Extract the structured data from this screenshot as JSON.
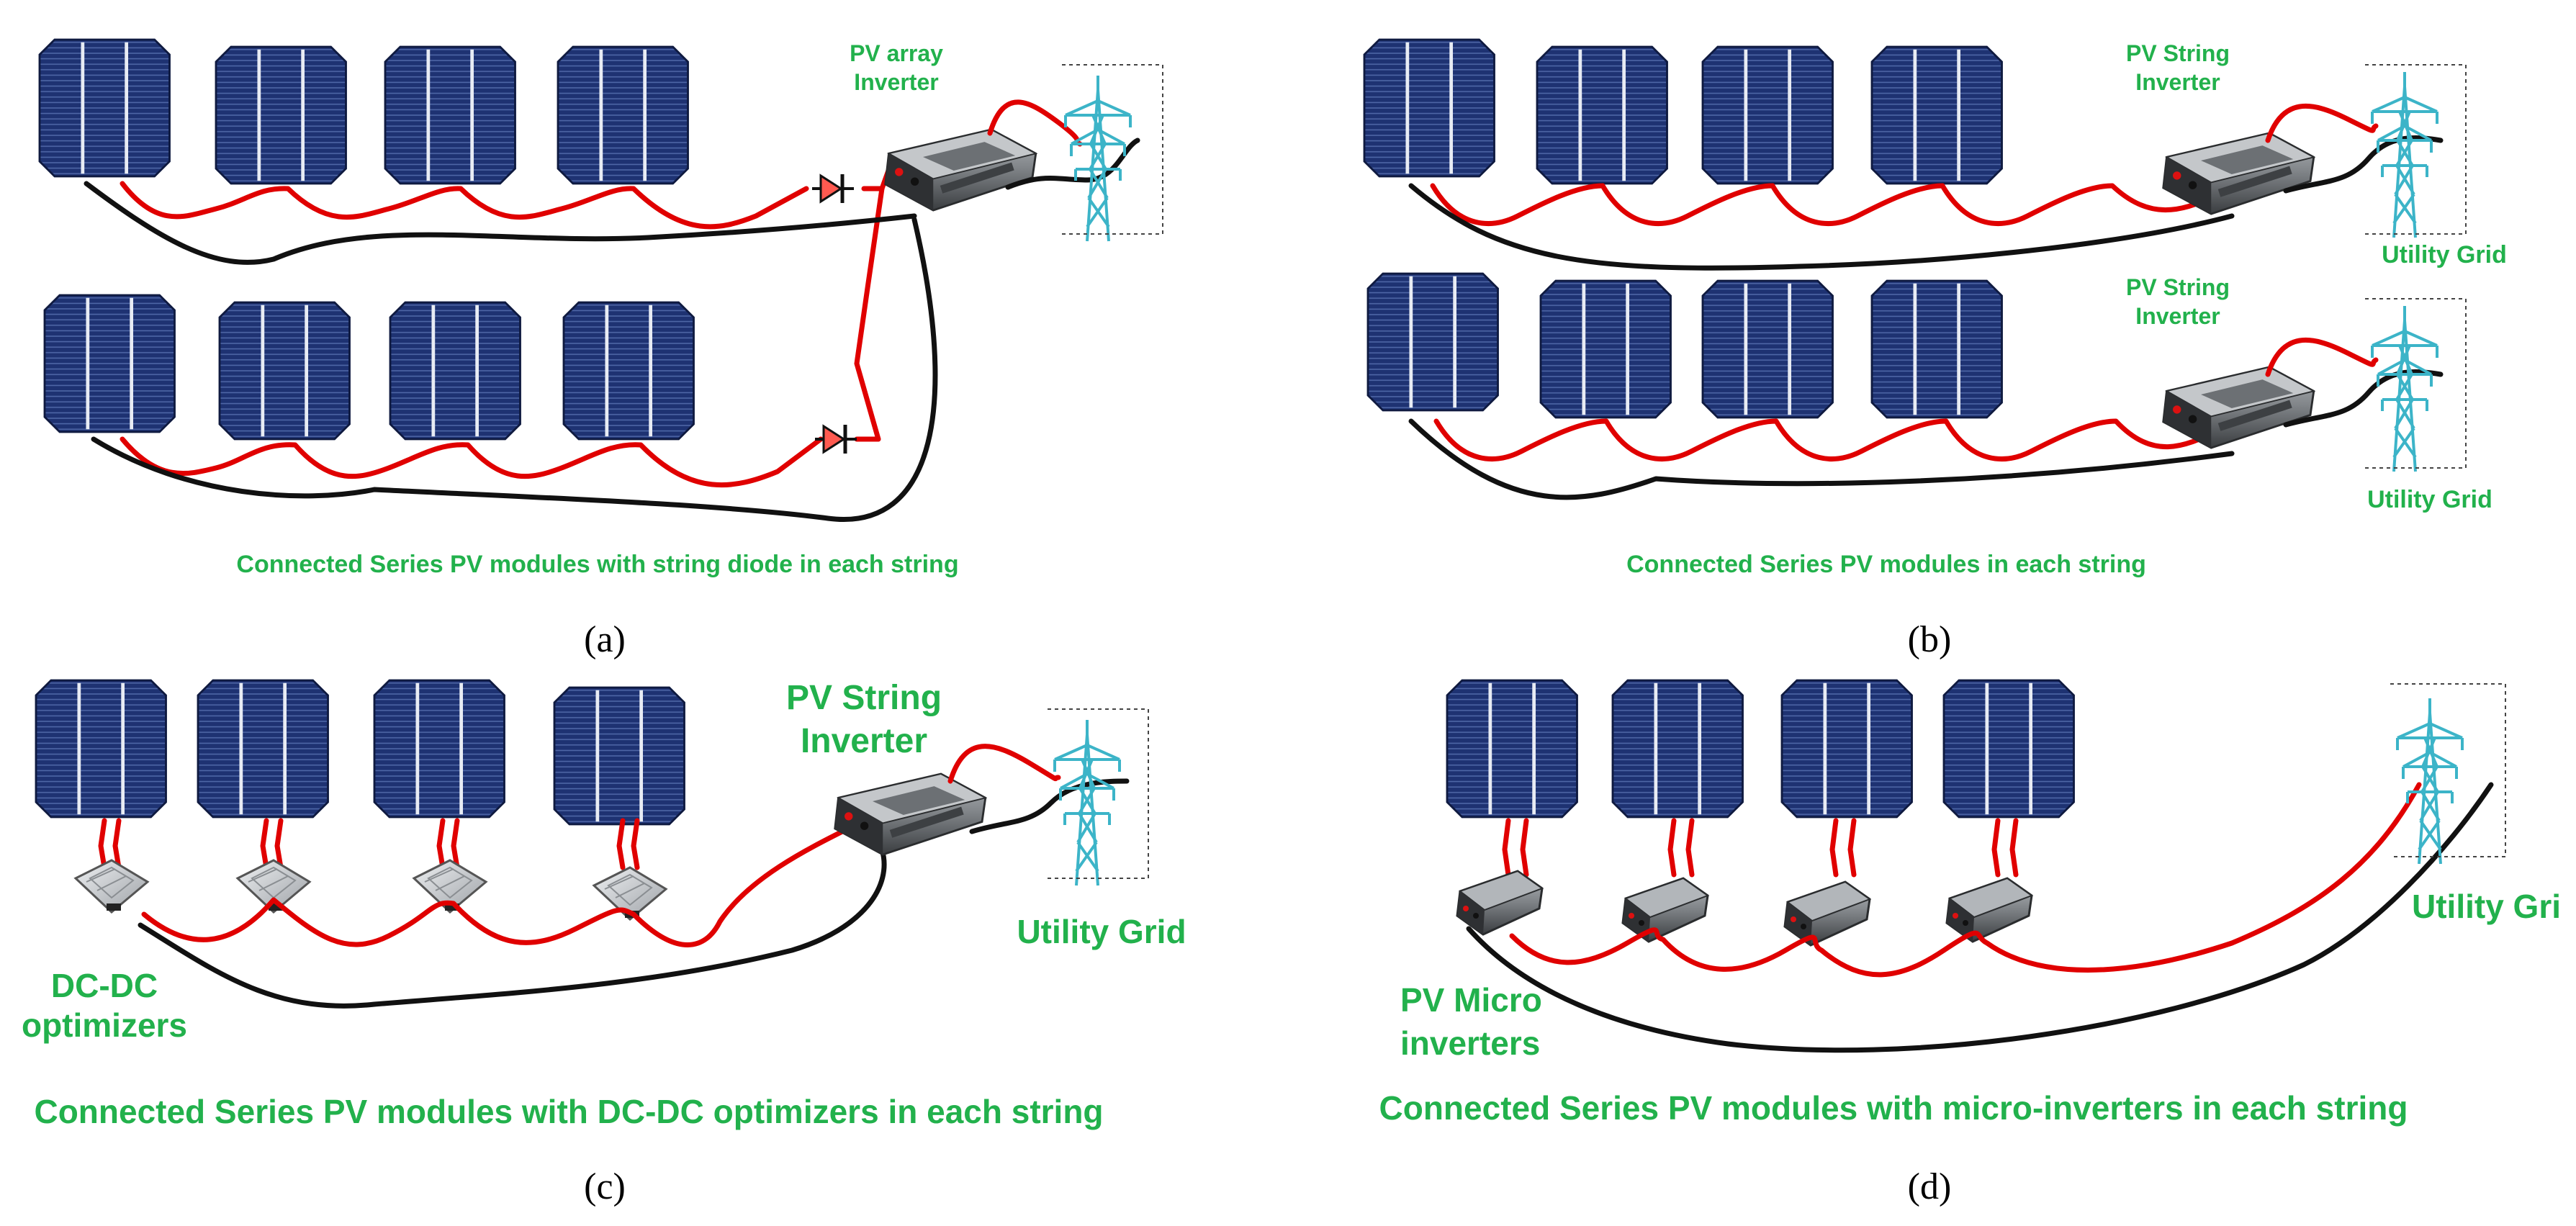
{
  "colors": {
    "label_green": "#22b14c",
    "wire_red": "#e00000",
    "wire_black": "#111111",
    "panel_blue": "#1d2f6b",
    "tower_teal": "#3cb4c8",
    "inverter_gray": "#8a8e92",
    "optimizer_silver": "#c9ccd0",
    "diode_fill": "#ff5a50"
  },
  "icons": [
    "solar-panel-icon",
    "inverter-icon",
    "transmission-tower-icon",
    "diode-icon",
    "optimizer-icon",
    "micro-inverter-icon"
  ],
  "panels": {
    "a": {
      "inverter_label": [
        "PV array",
        "Inverter"
      ],
      "caption": "Connected Series PV modules with string diode in each string",
      "letter": "(a)"
    },
    "b": {
      "inverter_label_top": [
        "PV String",
        "Inverter"
      ],
      "inverter_label_bottom": [
        "PV String",
        "Inverter"
      ],
      "grid_label_top": "Utility Grid",
      "grid_label_bottom": "Utility Grid",
      "caption": "Connected Series PV modules  in each string",
      "letter": "(b)"
    },
    "c": {
      "inverter_label": [
        "PV String",
        "Inverter"
      ],
      "grid_label": "Utility Grid",
      "optimizer_label": [
        "DC-DC",
        "optimizers"
      ],
      "caption": "Connected Series PV modules with DC-DC optimizers in each string",
      "letter": "(c)"
    },
    "d": {
      "grid_label": "Utility Gri",
      "micro_label": [
        "PV Micro",
        "inverters"
      ],
      "caption": "Connected Series PV modules with micro-inverters  in each string",
      "letter": "(d)"
    }
  }
}
